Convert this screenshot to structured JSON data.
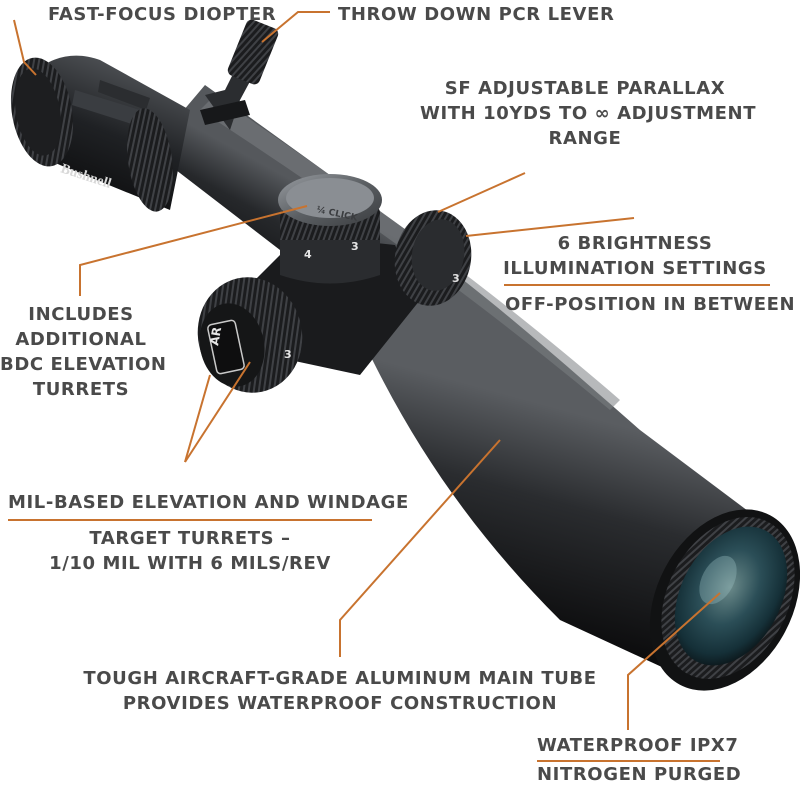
{
  "brand": "Bushnell",
  "accent_color": "#c8732f",
  "text_color": "#4a4a4a",
  "markings": {
    "ar_badge": "AR",
    "turret_click": "¼ CLICK",
    "elev_numbers": [
      "4",
      "3"
    ],
    "wind_number": "3",
    "illum_number": "3"
  },
  "callouts": {
    "diopter": "FAST-FOCUS DIOPTER",
    "pcr_lever": "THROW DOWN PCR LEVER",
    "parallax": [
      "SF ADJUSTABLE PARALLAX",
      "WITH 10YDS TO ∞ ADJUSTMENT",
      "RANGE"
    ],
    "brightness": [
      "6 BRIGHTNESS",
      "ILLUMINATION SETTINGS"
    ],
    "brightness_sub": "OFF-POSITION IN BETWEEN",
    "bdc": [
      "INCLUDES",
      "ADDITIONAL",
      "BDC ELEVATION",
      "TURRETS"
    ],
    "turrets": "MIL-BASED ELEVATION AND WINDAGE",
    "turrets_sub": [
      "TARGET TURRETS –",
      "1/10 MIL WITH 6 MILS/REV"
    ],
    "tube": [
      "TOUGH AIRCRAFT-GRADE ALUMINUM MAIN TUBE",
      "PROVIDES WATERPROOF CONSTRUCTION"
    ],
    "waterproof": "WATERPROOF IPX7",
    "waterproof_sub": "NITROGEN PURGED"
  }
}
